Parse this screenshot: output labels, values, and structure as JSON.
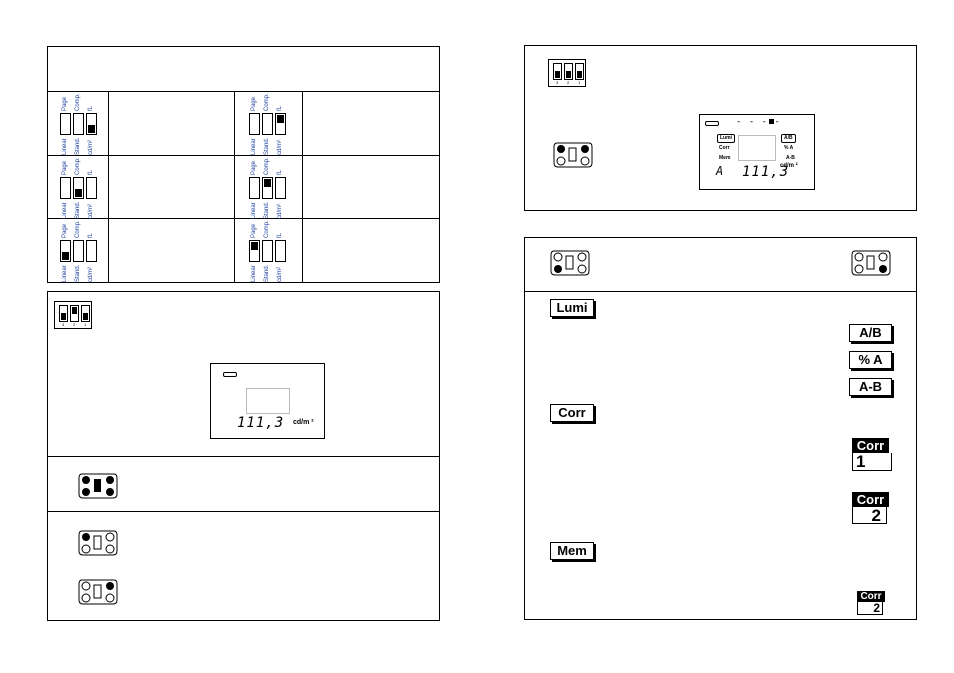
{
  "dip_labels": {
    "page": "Page",
    "comp": "Comp.",
    "fl": "fL",
    "linear": "Linear",
    "stand": "Stand.",
    "cdm": "cd/m²"
  },
  "dip_numbers": [
    "3",
    "2",
    "1"
  ],
  "lcd_left": {
    "battery": "▭",
    "digits": "111,3",
    "unit": "cd/m ²"
  },
  "lcd_right": {
    "battery": "▭",
    "dashes": "- - - -",
    "lumi": "Lumi",
    "corr": "Corr",
    "mem": "Mem",
    "ab": "A/B",
    "pctA": "% A",
    "aminusb": "A-B",
    "channel": "A",
    "digits": "111,3",
    "unit": "cd/m ²"
  },
  "keys": {
    "lumi": "Lumi",
    "corr": "Corr",
    "mem": "Mem",
    "ab": "A/B",
    "pctA": "% A",
    "aminusb": "A-B"
  },
  "corr_tags": [
    {
      "top": "Corr",
      "num": "1"
    },
    {
      "top": "Corr",
      "num": "2"
    },
    {
      "top": "Corr",
      "num": "2"
    }
  ]
}
